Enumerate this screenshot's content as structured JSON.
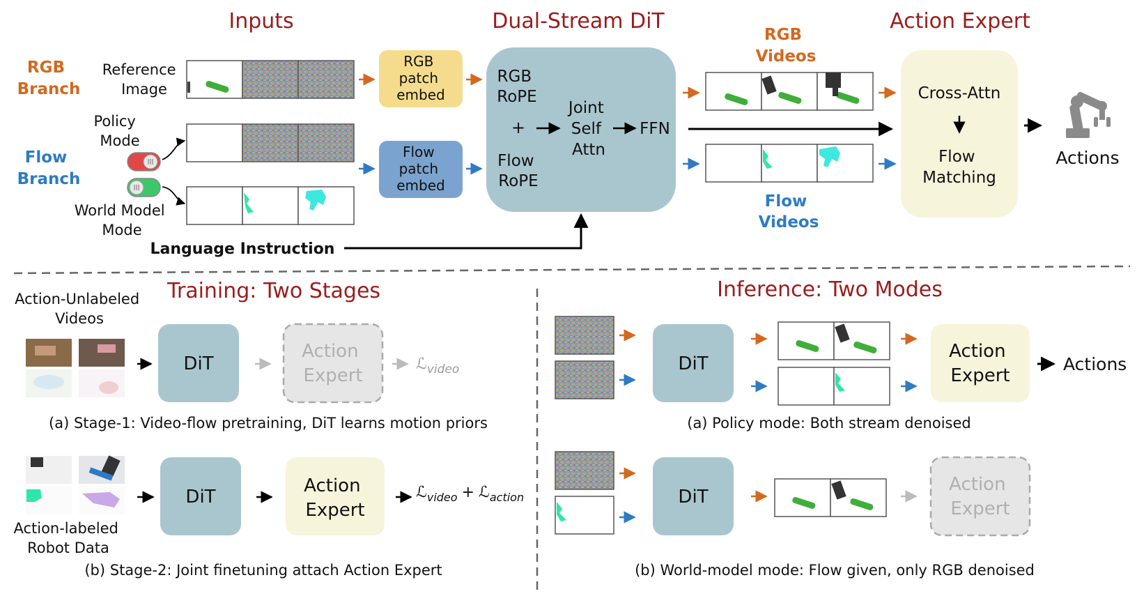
{
  "colors": {
    "title_red": "#9b1c1c",
    "rgb_orange": "#d2691e",
    "flow_blue": "#2e7bc4",
    "patch_yellow": "#f5dc8c",
    "patch_blue": "#7aa3cf",
    "dit_teal": "#a9c6cf",
    "expert_cream": "#f7f4dc",
    "grey_box": "#e6e6e6"
  },
  "top": {
    "title_inputs": "Inputs",
    "title_dit": "Dual-Stream DiT",
    "title_expert": "Action Expert",
    "rgb_branch": [
      "RGB",
      "Branch"
    ],
    "flow_branch": [
      "Flow",
      "Branch"
    ],
    "reference_image": [
      "Reference",
      "Image"
    ],
    "policy_mode": [
      "Policy",
      "Mode"
    ],
    "world_model_mode": [
      "World Model",
      "Mode"
    ],
    "language_instruction": "Language Instruction",
    "rgb_patch_embed": [
      "RGB",
      "patch",
      "embed"
    ],
    "flow_patch_embed": [
      "Flow",
      "patch",
      "embed"
    ],
    "rgb_rope": [
      "RGB",
      "RoPE"
    ],
    "plus": "+",
    "flow_rope": [
      "Flow",
      "RoPE"
    ],
    "joint_self_attn": [
      "Joint",
      "Self",
      "Attn"
    ],
    "ffn": "FFN",
    "rgb_videos": [
      "RGB",
      "Videos"
    ],
    "flow_videos": [
      "Flow",
      "Videos"
    ],
    "cross_attn": "Cross-Attn",
    "flow_matching": [
      "Flow",
      "Matching"
    ],
    "actions": "Actions"
  },
  "training": {
    "title": "Training: Two Stages",
    "unlabeled": [
      "Action-Unlabeled",
      "Videos"
    ],
    "labeled": [
      "Action-labeled",
      "Robot Data"
    ],
    "dit": "DiT",
    "action_expert": [
      "Action",
      "Expert"
    ],
    "loss_video_symbol": "ℒ",
    "loss_video_sub": "video",
    "loss_plus": "+",
    "loss_action_sub": "action",
    "stage1_caption": "(a) Stage-1: Video-flow pretraining, DiT learns motion priors",
    "stage2_caption": "(b) Stage-2: Joint finetuning attach Action Expert"
  },
  "inference": {
    "title": "Inference: Two Modes",
    "dit": "DiT",
    "action_expert": [
      "Action",
      "Expert"
    ],
    "actions": "Actions",
    "policy_caption": "(a) Policy mode: Both stream denoised",
    "world_caption": "(b) World-model mode: Flow given, only RGB denoised"
  }
}
